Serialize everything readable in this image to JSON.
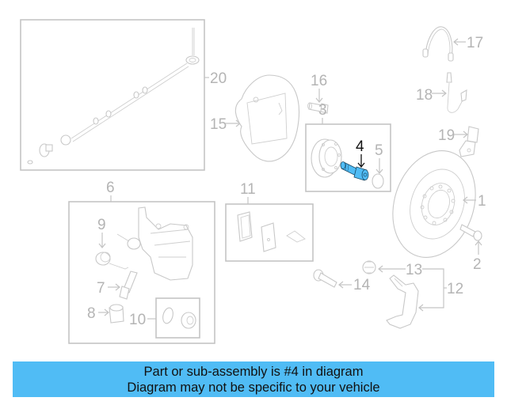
{
  "diagram": {
    "title": "Rear brake components parts diagram",
    "highlight_color": "#50bcf5",
    "highlighted_part": "4",
    "callouts": [
      {
        "number": "1",
        "part": "brake-rotor"
      },
      {
        "number": "2",
        "part": "rotor-screw"
      },
      {
        "number": "3",
        "part": "hub-and-bearing-assembly"
      },
      {
        "number": "4",
        "part": "hub-bolt",
        "highlighted": true
      },
      {
        "number": "5",
        "part": "dust-cap"
      },
      {
        "number": "6",
        "part": "caliper-assembly"
      },
      {
        "number": "7",
        "part": "bleeder-screw"
      },
      {
        "number": "8",
        "part": "guide-pin-boot"
      },
      {
        "number": "9",
        "part": "caliper-spring"
      },
      {
        "number": "10",
        "part": "piston-seal-kit"
      },
      {
        "number": "11",
        "part": "brake-pad-set"
      },
      {
        "number": "12",
        "part": "caliper-support"
      },
      {
        "number": "13",
        "part": "bushing"
      },
      {
        "number": "14",
        "part": "support-bolt"
      },
      {
        "number": "15",
        "part": "splash-shield"
      },
      {
        "number": "16",
        "part": "shield-bolt"
      },
      {
        "number": "17",
        "part": "brake-hose"
      },
      {
        "number": "18",
        "part": "brake-line"
      },
      {
        "number": "19",
        "part": "abs-sensor"
      },
      {
        "number": "20",
        "part": "abs-sensor-wire"
      }
    ]
  },
  "banner": {
    "line1": "Part or sub-assembly is #4 in diagram",
    "line2": "Diagram may not be specific to your vehicle"
  }
}
